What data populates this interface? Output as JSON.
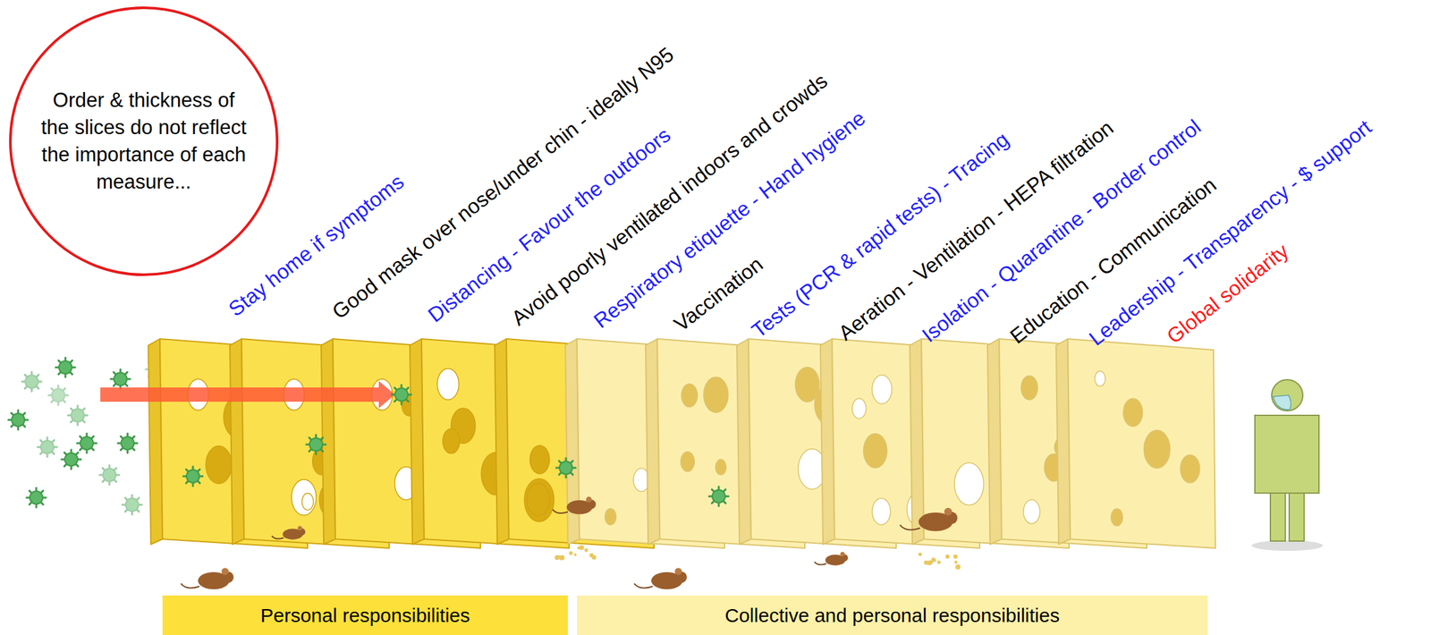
{
  "diagram": {
    "nodes": [
      {
        "text": [
          "Order & thickness of the slices do not reflect the importance of each measure..."
        ]
      },
      {
        "text": [
          "Personal responsibilities"
        ]
      },
      {
        "text": [
          "Collective and personal responsibilities"
        ]
      }
    ],
    "labels": [
      "Stay home if symptoms",
      "Good mask over nose/under chin - ideally N95",
      "Distancing - Favour the outdoors",
      "Avoid poorly ventilated indoors and crowds",
      "Respiratory etiquette - Hand hygiene",
      "Vaccination",
      "Tests (PCR & rapid tests) - Tracing",
      "Aeration - Ventilation - HEPA filtration",
      "Isolation - Quarantine - Border control",
      "Education - Communication",
      "Leadership - Transparency - $ support",
      "Global solidarity"
    ]
  }
}
